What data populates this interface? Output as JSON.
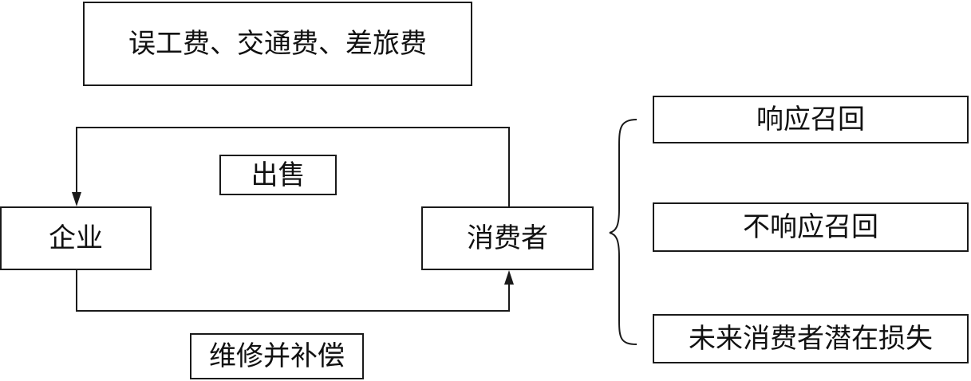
{
  "diagram": {
    "costs_label": "误工费、交通费、差旅费",
    "sale_label": "出售",
    "company_label": "企业",
    "consumer_label": "消费者",
    "repair_label": "维修并补偿",
    "outcomes": [
      "响应召回",
      "不响应召回",
      "未来消费者潜在损失"
    ]
  }
}
